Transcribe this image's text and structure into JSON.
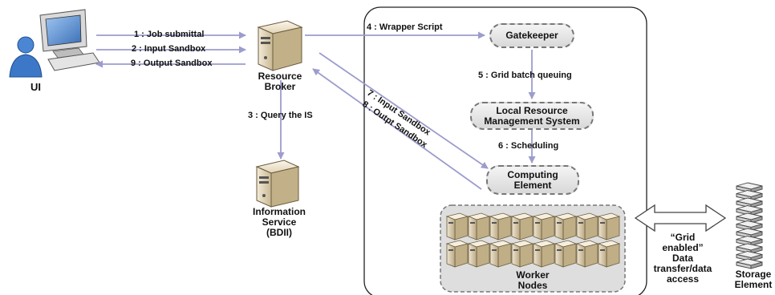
{
  "nodes": {
    "ui": "UI",
    "resource_broker": [
      "Resource",
      "Broker"
    ],
    "information_service": [
      "Information",
      "Service",
      "(BDII)"
    ],
    "gatekeeper": "Gatekeeper",
    "lrms": [
      "Local Resource",
      "Management System"
    ],
    "computing_element": [
      "Computing",
      "Element"
    ],
    "worker_nodes": [
      "Worker",
      "Nodes"
    ],
    "storage_element": [
      "Storage",
      "Element"
    ]
  },
  "edges": {
    "job_submittal": "1 : Job submittal",
    "input_sandbox": "2 : Input Sandbox",
    "output_sandbox": "9 : Output Sandbox",
    "query_is": "3 : Query the IS",
    "wrapper_script": "4 : Wrapper Script",
    "grid_batch_queuing": "5 : Grid batch queuing",
    "scheduling": "6 : Scheduling",
    "input_sandbox_7": "7 : Input Sandbox",
    "output_sandbox_8": "8 : Outpt Sandbox"
  },
  "grid_transfer": [
    "“Grid",
    "enabled”",
    "Data",
    "transfer/data",
    "access"
  ],
  "colors": {
    "arrow": "#9c9cce",
    "pill_border": "#777777",
    "pill_fill": "#e2e2e2",
    "server_body": "#e8dcc4",
    "user_blue": "#3d78c8"
  }
}
